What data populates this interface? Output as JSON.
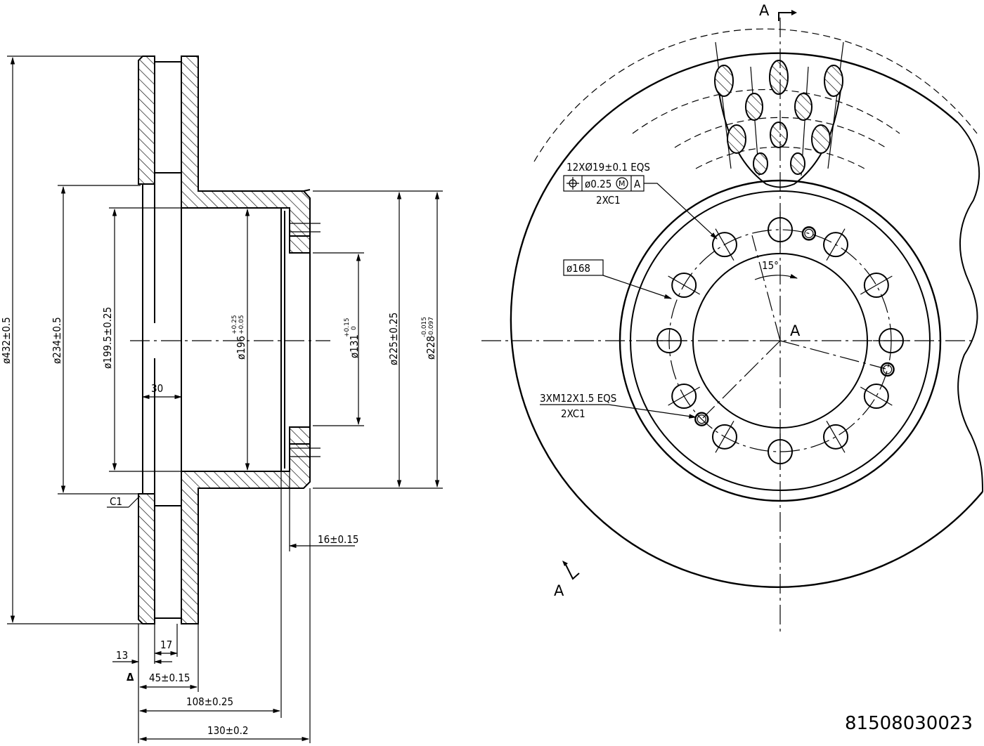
{
  "section_view": {
    "dims": {
      "outer_diameter": "ø432±0.5",
      "hub_outer_diameter": "ø234±0.5",
      "hub_bore_diameter": "ø199.5±0.25",
      "hat_inner_diameter": "ø196",
      "hat_inner_tol_upper": "+0.25",
      "hat_inner_tol_lower": "+0.05",
      "center_bore": "ø131",
      "center_bore_tol_upper": "+0.15",
      "center_bore_tol_lower": "0",
      "bolt_pcd": "ø225±0.25",
      "pilot_diameter": "ø228",
      "pilot_tol_upper": "-0.015",
      "pilot_tol_lower": "-0.097",
      "vent_gap": "30",
      "chamfer": "C1",
      "flange_thickness": "16±0.15",
      "inner_plate": "17",
      "outer_plate": "13",
      "friction_width": "45±0.15",
      "offset": "108±0.25",
      "overall_height": "130±0.2",
      "datum_marker": "Δ"
    }
  },
  "front_view": {
    "section_mark": "A",
    "section_mark_lower": "A",
    "center_label": "A",
    "angle": "15°",
    "bolt_holes": {
      "callout": "12XØ19±0.1 EQS",
      "tolerance_value": "ø0.25",
      "modifier": "M",
      "datum": "A",
      "count_note": "2XC1",
      "count": 12,
      "hole_diameter_mm": 19
    },
    "pcd_label": "ø168",
    "threaded_holes": {
      "callout": "3XM12X1.5 EQS",
      "count_note": "2XC1",
      "count": 3
    }
  },
  "part_number": "81508030023"
}
